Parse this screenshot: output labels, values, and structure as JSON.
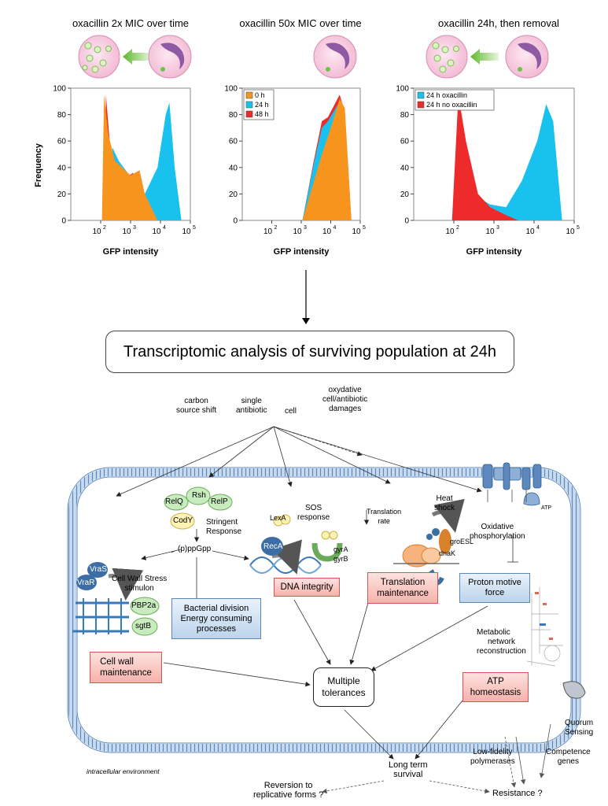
{
  "panels": [
    {
      "title": "oxacillin 2x MIC over time",
      "legend": []
    },
    {
      "title": "oxacillin 50x MIC over time",
      "legend": [
        "0 h",
        "24 h",
        "48 h"
      ]
    },
    {
      "title": "oxacillin 24h, then removal",
      "legend": [
        "24 h oxacillin",
        "24 h no oxacillin"
      ]
    }
  ],
  "axes": {
    "ylabel": "Frequency",
    "xlabel": "GFP intensity",
    "yticks": [
      "100",
      "80",
      "60",
      "40",
      "20",
      "0"
    ],
    "xtick_base": "10",
    "xtick_exps": [
      "2",
      "3",
      "4",
      "5"
    ]
  },
  "colors": {
    "orange": "#f7941d",
    "cyan": "#19c1ef",
    "red": "#ee2b2b",
    "membrane": "#8fb0d6",
    "red_box": "#d9534f",
    "blue_box": "#5b88b9"
  },
  "chart_data": [
    {
      "type": "area",
      "title": "oxacillin 2x MIC over time",
      "xlabel": "GFP intensity",
      "ylabel": "Frequency",
      "xscale": "log",
      "xlim": [
        10,
        100000
      ],
      "ylim": [
        0,
        100
      ],
      "series": [
        {
          "x": [
            130,
            150,
            200,
            300,
            700,
            1200,
            2000,
            4000,
            30000
          ],
          "y": [
            0,
            95,
            60,
            38,
            32,
            36,
            24,
            8,
            0
          ]
        },
        {
          "x": [
            150,
            250,
            400,
            800,
            1200,
            3000,
            8000,
            15000,
            20000,
            30000,
            50000
          ],
          "y": [
            0,
            55,
            45,
            36,
            32,
            20,
            40,
            80,
            89,
            40,
            0
          ]
        },
        {
          "x": [
            110,
            130,
            180,
            300,
            1000,
            2000,
            3000,
            8000
          ],
          "y": [
            0,
            95,
            65,
            45,
            34,
            38,
            20,
            0
          ]
        }
      ]
    },
    {
      "type": "area",
      "title": "oxacillin 50x MIC over time",
      "xlabel": "GFP intensity",
      "ylabel": "Frequency",
      "xscale": "log",
      "xlim": [
        10,
        100000
      ],
      "ylim": [
        0,
        100
      ],
      "series": [
        {
          "name": "0 h",
          "x": [
            1100,
            2000,
            5000,
            10000,
            20000,
            30000,
            50000
          ],
          "y": [
            0,
            20,
            50,
            70,
            92,
            85,
            0
          ]
        },
        {
          "name": "24 h",
          "x": [
            1100,
            2500,
            5000,
            8000,
            20000,
            30000,
            50000
          ],
          "y": [
            0,
            40,
            70,
            75,
            90,
            80,
            0
          ]
        },
        {
          "name": "48 h",
          "x": [
            1100,
            2500,
            5000,
            8000,
            20000,
            30000,
            50000
          ],
          "y": [
            0,
            42,
            75,
            78,
            95,
            82,
            0
          ]
        }
      ]
    },
    {
      "type": "area",
      "title": "oxacillin 24h, then removal",
      "xlabel": "GFP intensity",
      "ylabel": "Frequency",
      "xscale": "log",
      "xlim": [
        10,
        100000
      ],
      "ylim": [
        0,
        100
      ],
      "series": [
        {
          "name": "24 h oxacillin",
          "x": [
            150,
            300,
            800,
            2000,
            5000,
            12000,
            20000,
            30000,
            50000
          ],
          "y": [
            0,
            20,
            12,
            10,
            30,
            60,
            88,
            75,
            0
          ]
        },
        {
          "name": "24 h no oxacillin",
          "x": [
            90,
            130,
            200,
            400,
            800,
            2000,
            4000
          ],
          "y": [
            0,
            95,
            60,
            20,
            10,
            4,
            0
          ]
        }
      ]
    }
  ],
  "arrow_label": "Transcriptomic analysis of surviving population at 24h",
  "stimuli": {
    "carbon": [
      "carbon",
      "source shift"
    ],
    "single": [
      "single",
      "antibiotic"
    ],
    "cell": [
      "cell"
    ],
    "oxy": [
      "oxydative",
      "cell/antibiotic",
      "damages"
    ]
  },
  "stringent": {
    "relq": "RelQ",
    "rsh": "Rsh",
    "relp": "RelP",
    "cody": "CodY",
    "title": [
      "Stringent",
      "Response"
    ],
    "ppgpp": "(p)ppGpp"
  },
  "cellwall": {
    "vras": "VraS",
    "vrar": "VraR",
    "stimulon": [
      "Cell Wall Stress",
      "stimulon"
    ],
    "pbp2a": "PBP2a",
    "sgtb": "sgtB"
  },
  "sos": {
    "lexa": "LexA",
    "reca": "RecA",
    "title": [
      "SOS",
      "response"
    ],
    "gyra": "gyrA",
    "gyrb": "gyrB"
  },
  "translation": {
    "rate": [
      "Translation",
      "rate"
    ],
    "heat": [
      "Heat",
      "shock"
    ],
    "groesl": "groESL",
    "dnak": "dnaK"
  },
  "oxphos": {
    "title": [
      "Oxidative",
      "phosphorylation"
    ],
    "atp": "ATP"
  },
  "metabolic": [
    "Metabolic",
    "network",
    "reconstruction"
  ],
  "boxes": {
    "dna_integrity": "DNA integrity",
    "translation_maint": [
      "Translation",
      "maintenance"
    ],
    "proton": [
      "Proton motive",
      "force"
    ],
    "bact_div": [
      "Bacterial division",
      "Energy consuming",
      "processes"
    ],
    "cell_wall_maint": [
      "Cell wall",
      "maintenance"
    ],
    "atp_home": [
      "ATP",
      "homeostasis"
    ],
    "multiple": [
      "Multiple",
      "tolerances"
    ]
  },
  "outside": {
    "quorum": [
      "Quorum",
      "Sensing"
    ],
    "competence": [
      "Competence",
      "genes"
    ],
    "lowfid": [
      "Low-fidelity",
      "polymerases"
    ],
    "longterm": [
      "Long term",
      "survival"
    ],
    "reversion": [
      "Reversion to",
      "replicative forms ?"
    ],
    "resistance": "Resistance ?",
    "intracellular": "intracellular environment"
  }
}
